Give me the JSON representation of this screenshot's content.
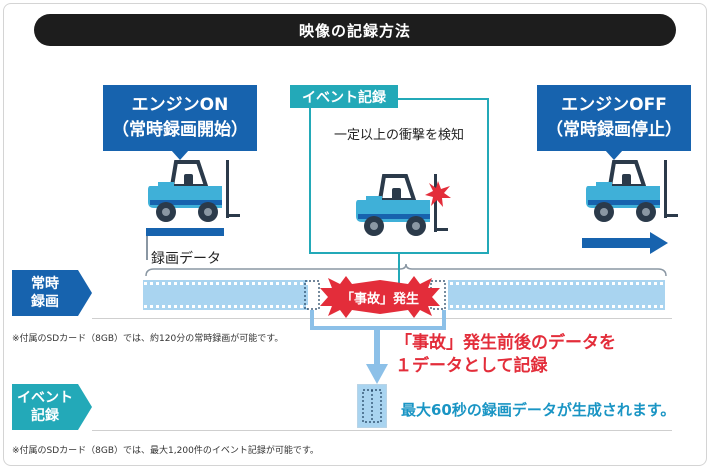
{
  "title": "映像の記録方法",
  "engine_on": {
    "line1": "エンジンON",
    "line2": "（常時録画開始）"
  },
  "engine_off": {
    "line1": "エンジンOFF",
    "line2": "（常時録画停止）"
  },
  "event": {
    "tag": "イベント記録",
    "impact_text": "一定以上の衝撃を検知"
  },
  "recording_data_label": "録画データ",
  "rows": {
    "continuous": {
      "line1": "常時",
      "line2": "録画"
    },
    "event": {
      "line1": "イベント",
      "line2": "記録"
    }
  },
  "accident_badge": "「事故」発生",
  "footnote_continuous": "※付属のSDカード（8GB）では、約120分の常時録画が可能です。",
  "footnote_event": "※付属のSDカード（8GB）では、最大1,200件のイベント記録が可能です。",
  "message_red": {
    "line1": "「事故」発生前後のデータを",
    "line2": "１データとして記録"
  },
  "message_teal": "最大60秒の録画データが生成されます。",
  "colors": {
    "callout_blue": "#1763ae",
    "teal": "#23a9b8",
    "accident_red": "#e32d3a",
    "tape_blue": "#a9d4f0",
    "arrow_blue": "#8cc0e8"
  }
}
